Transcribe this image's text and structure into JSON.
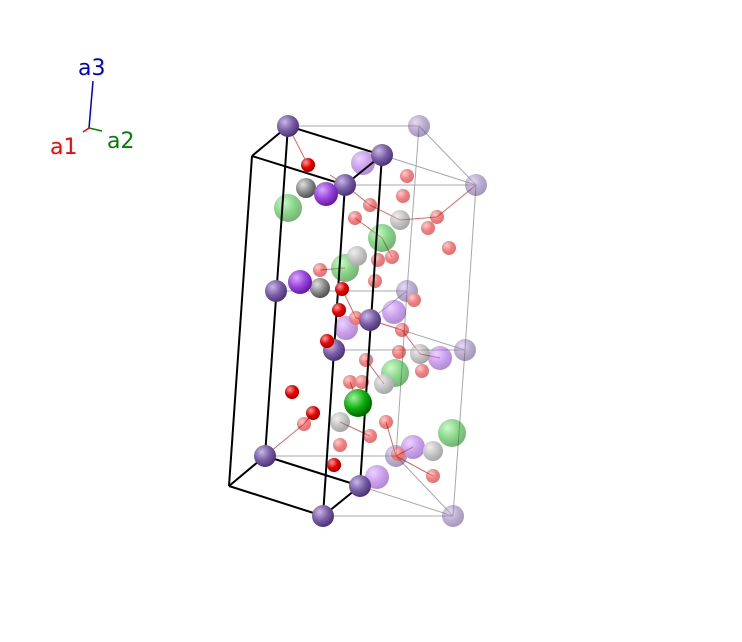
{
  "axes": {
    "a1": {
      "label": "a1",
      "color": "#ff0000"
    },
    "a2": {
      "label": "a2",
      "color": "#008000"
    },
    "a3": {
      "label": "a3",
      "color": "#0000cc"
    }
  },
  "element_colors": {
    "purple_site": "#7a5ea6",
    "violet": "#9a44e0",
    "green": "#00b000",
    "gray": "#8c8c8c",
    "red": "#ee0000"
  },
  "cell_edge_color": "#000000",
  "ghost_edge_color": "#a0a0a0",
  "bond_color": "#d46a6a"
}
